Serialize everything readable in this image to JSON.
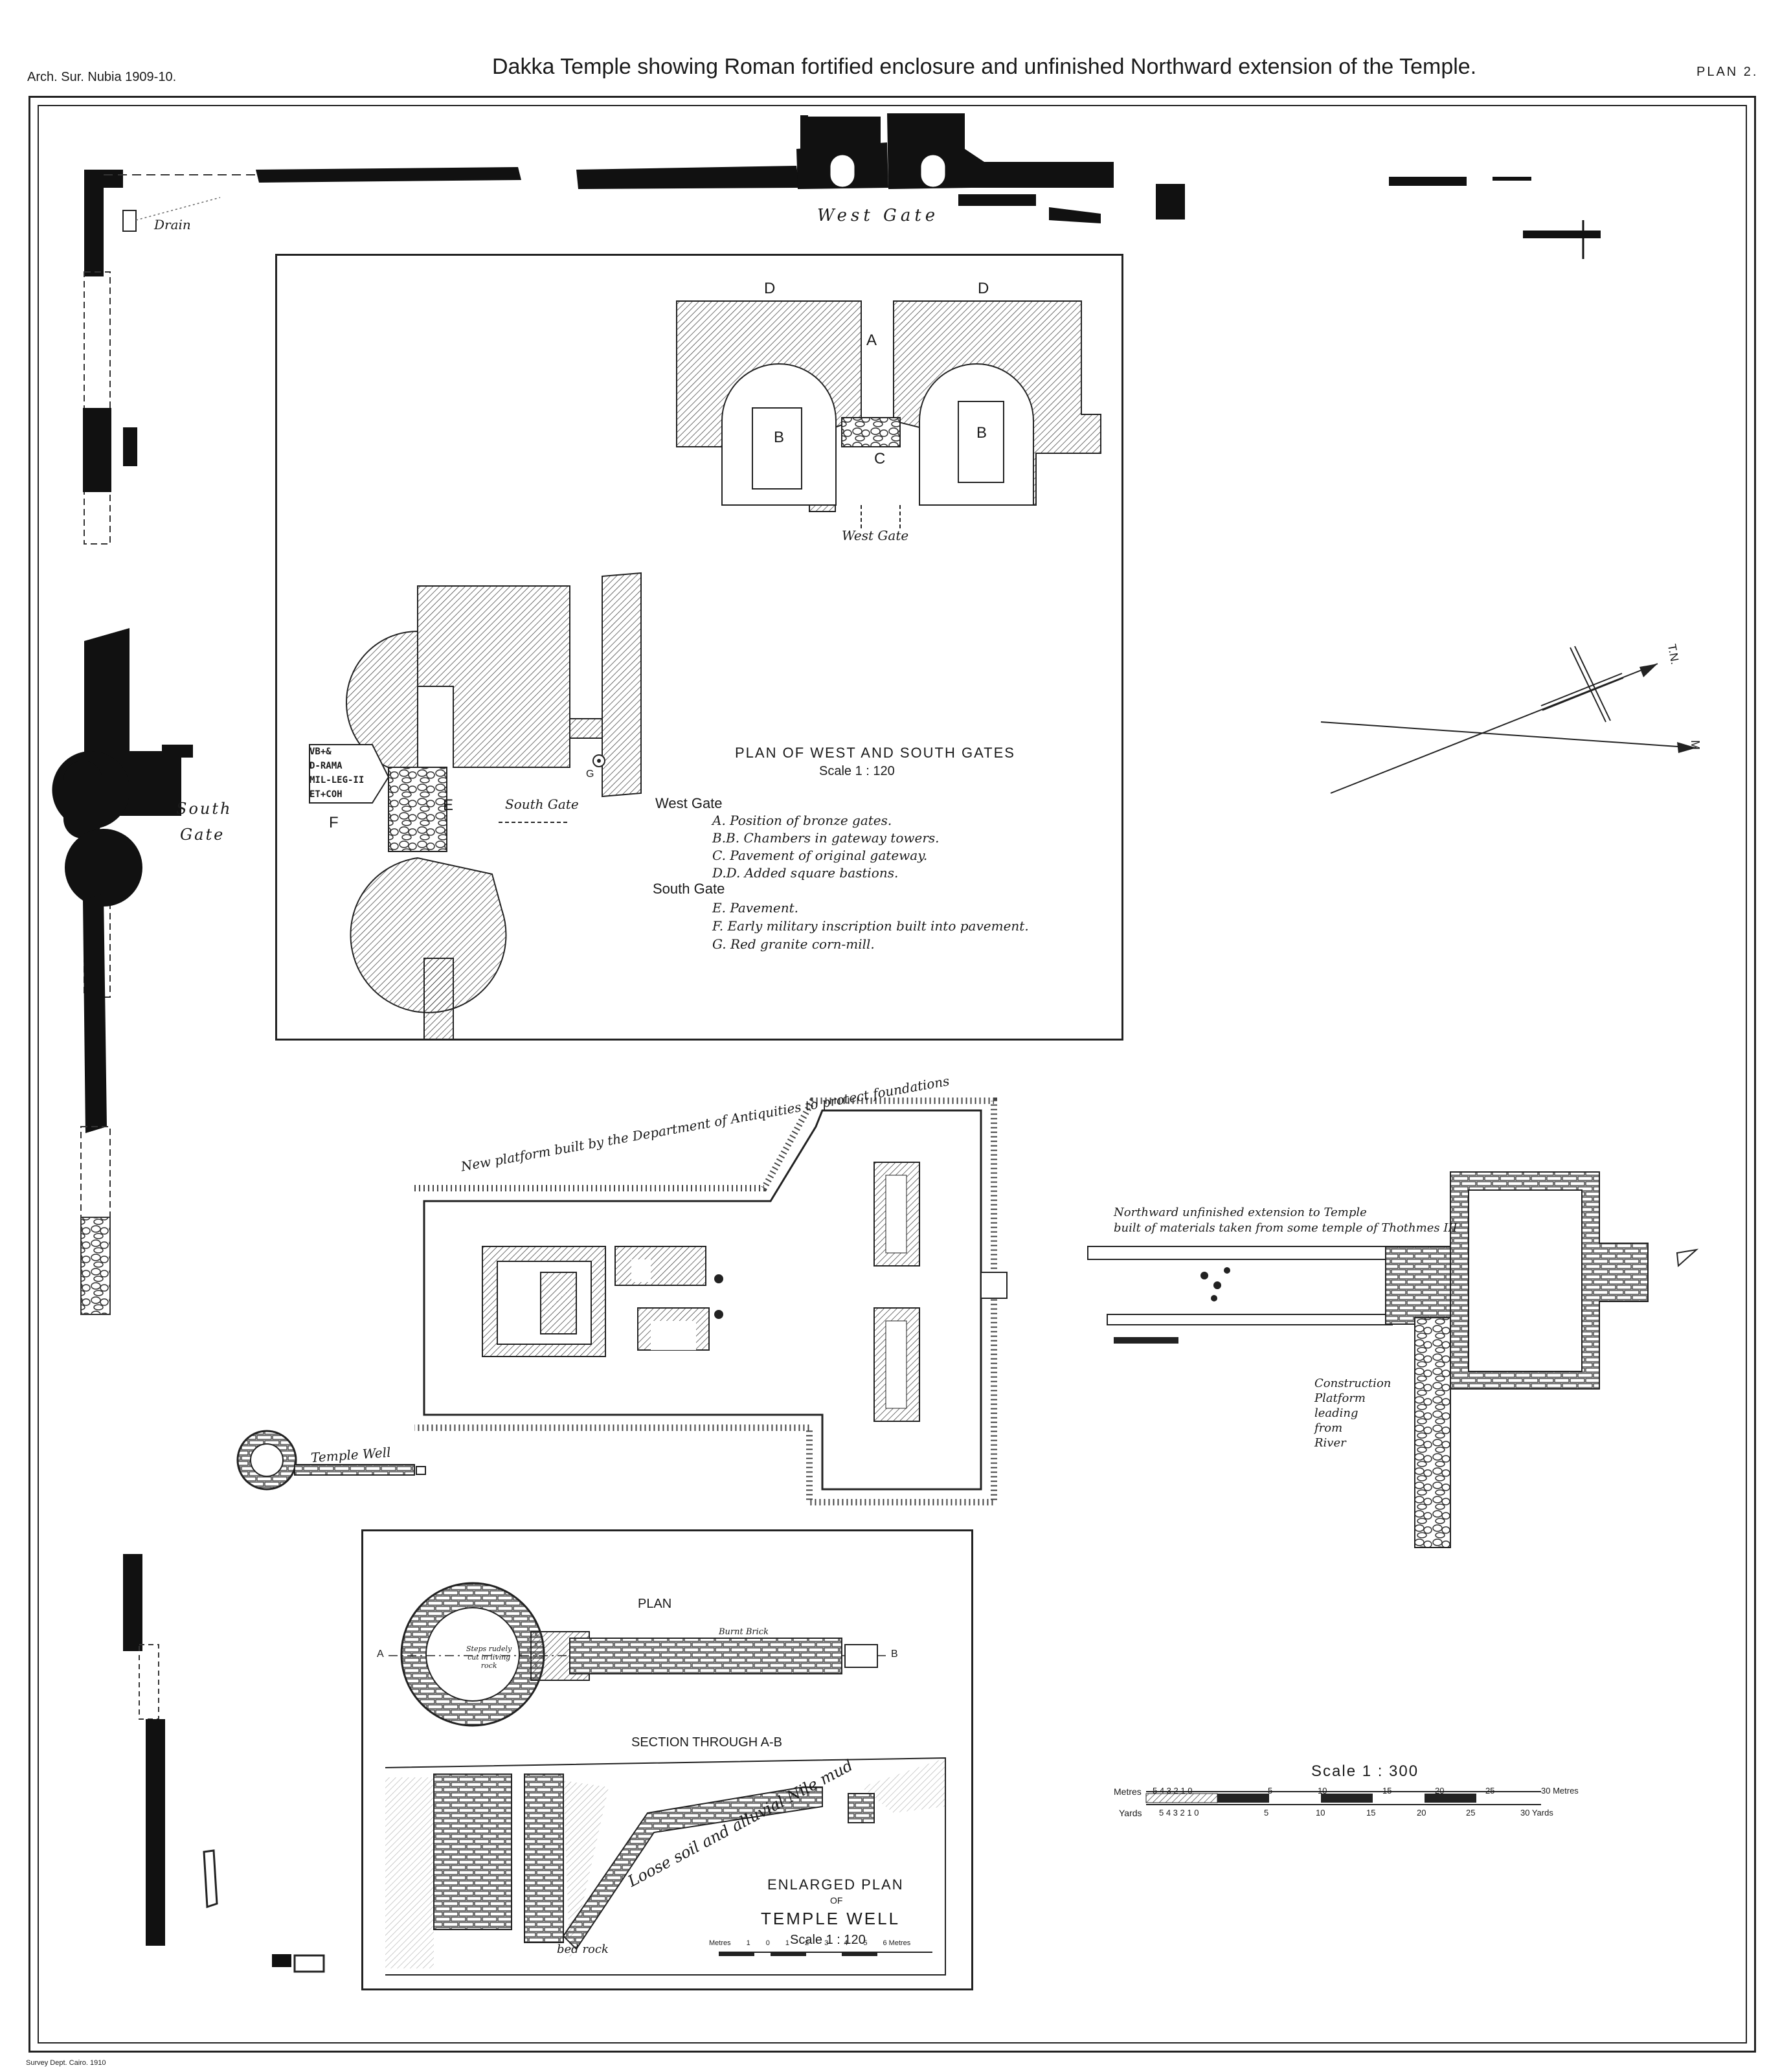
{
  "header": {
    "left": "Arch. Sur. Nubia 1909-10.",
    "title": "Dakka Temple showing Roman fortified enclosure and unfinished Northward extension of the Temple.",
    "right": "PLAN 2."
  },
  "enclosure": {
    "drain": "Drain",
    "west_gate": "West Gate",
    "south_gate_1": "South",
    "south_gate_2": "Gate",
    "temple_well": "Temple Well"
  },
  "gates_plan": {
    "title": "PLAN OF WEST AND SOUTH GATES",
    "scale": "Scale 1 : 120",
    "marks": {
      "A": "A",
      "B": "B",
      "C": "C",
      "D": "D",
      "E": "E",
      "F": "F",
      "G": "G"
    },
    "west_gate_label": "West Gate",
    "south_gate_label": "South Gate",
    "inscription": [
      "VB+&",
      "D-RAMA",
      "MIL-LEG-II",
      "ET+COH"
    ],
    "legend": {
      "west_heading": "West Gate",
      "west_items": [
        "A.  Position of bronze gates.",
        "B.B.  Chambers in gateway towers.",
        "C.  Pavement of original gateway.",
        "D.D.  Added square bastions."
      ],
      "south_heading": "South Gate",
      "south_items": [
        "E.  Pavement.",
        "F.  Early military inscription built into pavement.",
        "G.  Red granite corn-mill."
      ]
    }
  },
  "temple": {
    "platform_note": "New platform built by the Department of Antiquities to protect foundations",
    "extension_note_1": "Northward unfinished extension to Temple",
    "extension_note_2": "built of materials taken from some temple of Thothmes III",
    "construction": [
      "Construction",
      "Platform",
      "leading",
      "from",
      "River"
    ]
  },
  "north": {
    "true_north": "T.N.",
    "magnetic": "M"
  },
  "well_plan": {
    "plan_label": "PLAN",
    "section_label": "SECTION THROUGH A-B",
    "point_a": "A",
    "point_b": "B",
    "steps_note": [
      "Steps rudely",
      "cut in living",
      "rock"
    ],
    "burnt_brick": "Burnt Brick",
    "mud_note": "Loose soil and alluvial Nile mud",
    "bed_rock": "bed rock",
    "title_1": "ENLARGED PLAN",
    "title_2": "OF",
    "title_3": "TEMPLE WELL",
    "scale": "Scale 1 : 120",
    "scale_bar_label": "Metres",
    "scale_bar_ticks": [
      "1",
      "0",
      "1",
      "2",
      "3",
      "4",
      "5",
      "6 Metres"
    ]
  },
  "scale_bar": {
    "title": "Scale 1 : 300",
    "metres_label": "Metres",
    "metres_ticks": [
      "5 4 3 2 1 0",
      "5",
      "10",
      "15",
      "20",
      "25",
      "30 Metres"
    ],
    "yards_label": "Yards",
    "yards_ticks": [
      "5 4 3 2 1 0",
      "5",
      "10",
      "15",
      "20",
      "25",
      "30 Yards"
    ]
  },
  "footer": "Survey Dept. Cairo. 1910"
}
